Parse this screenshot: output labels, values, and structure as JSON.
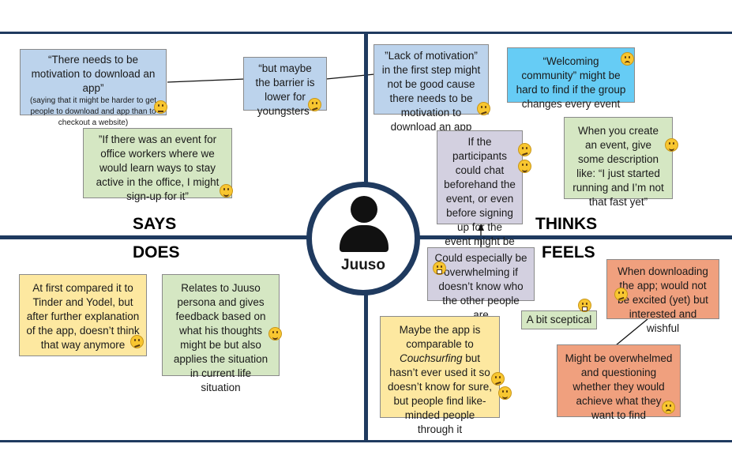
{
  "persona": {
    "name": "Juuso"
  },
  "quadrants": {
    "says": "SAYS",
    "thinks": "THINKS",
    "does": "DOES",
    "feels": "FEELS"
  },
  "says": {
    "note1": {
      "text": "“There needs to be motivation to download an app”",
      "small": "(saying that it might be harder to get people to download and app than to checkout a website)",
      "emoji": "monocle"
    },
    "note2": {
      "text": "“but maybe the barrier is lower for youngsters”",
      "emoji": "confused"
    },
    "note3": {
      "text": "”If there was an event for office workers where we would learn ways to stay active in the office, I might sign-up for it”",
      "emoji": "smile"
    }
  },
  "thinks": {
    "note1": {
      "text": "”Lack of motivation” in the first step might not be good cause there needs to be motivation to download an app",
      "emoji": "confused"
    },
    "note2": {
      "text": "“Welcoming community” might be hard to find if the group changes every event",
      "emoji": "frown"
    },
    "note3": {
      "text": "If the participants could chat beforehand the event, or even before signing up for the event might be good",
      "emoji": "confused"
    },
    "note4": {
      "text": "When you create an event, give some description like: “I just started running and I’m not that fast yet”",
      "emoji": "smile"
    }
  },
  "does": {
    "note1": {
      "text": "At first compared it to Tinder and Yodel, but after further explanation of the app, doesn’t think that way anymore",
      "emoji": "confused"
    },
    "note2": {
      "text": "Relates to Juuso persona and gives feedback based on what his thoughts might be but also applies the situation in current life situation",
      "emoji": "smile"
    }
  },
  "feels": {
    "note1": {
      "text": "Could especially be overwhelming if doesn’t know who the other people are",
      "emoji": "grimace"
    },
    "note2": {
      "text": "When downloading the app; would not be excited (yet) but interested and wishful",
      "emoji": "confused"
    },
    "note3": {
      "text": "A bit sceptical",
      "emoji": "grimace"
    },
    "note4": {
      "text_before": "Maybe the app is comparable to ",
      "text_italic": "Couchsurfing",
      "text_after": " but hasn’t ever used it so doesn’t know for sure, but people find like-minded people through it",
      "emoji": "confused"
    },
    "note5": {
      "text": "Might be overwhelmed and questioning whether they would achieve what they want to find",
      "emoji": "frown"
    }
  },
  "colors": {
    "divider": "#1f3a5f",
    "blue_note": "#bcd3ec",
    "cyan_note": "#66ccf5",
    "green_note": "#d5e7c3",
    "lavender_note": "#d3d0e0",
    "yellow_note": "#fde8a0",
    "salmon_note": "#f0a07e"
  }
}
